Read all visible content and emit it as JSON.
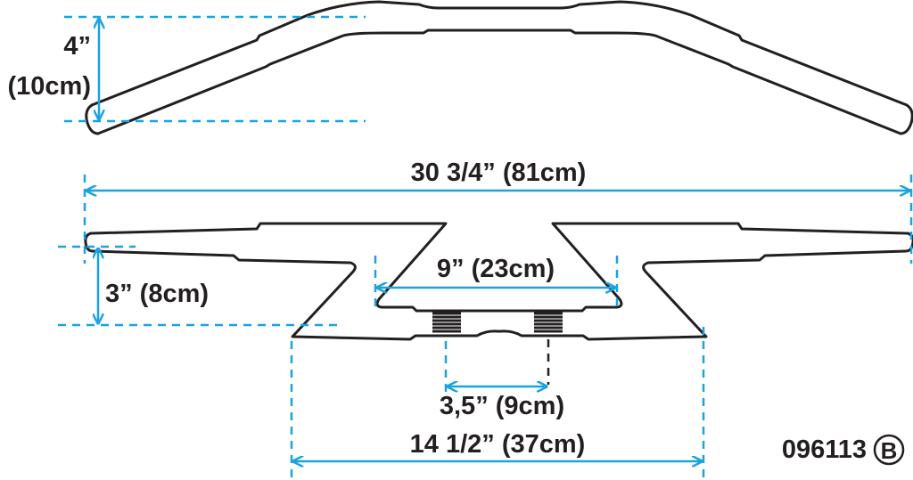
{
  "dimensions": {
    "rise": {
      "inch": "4”",
      "cm": "(10cm)"
    },
    "width": "30 3/4” (81cm)",
    "pullback": "3” (8cm)",
    "center_width": "9” (23cm)",
    "knurl_spacing": "3,5” (9cm)",
    "inner_width": "14 1/2” (37cm)"
  },
  "part_code": "096113",
  "badge": "B",
  "colors": {
    "dimension": "#1aa3e0",
    "outline": "#231f20"
  }
}
